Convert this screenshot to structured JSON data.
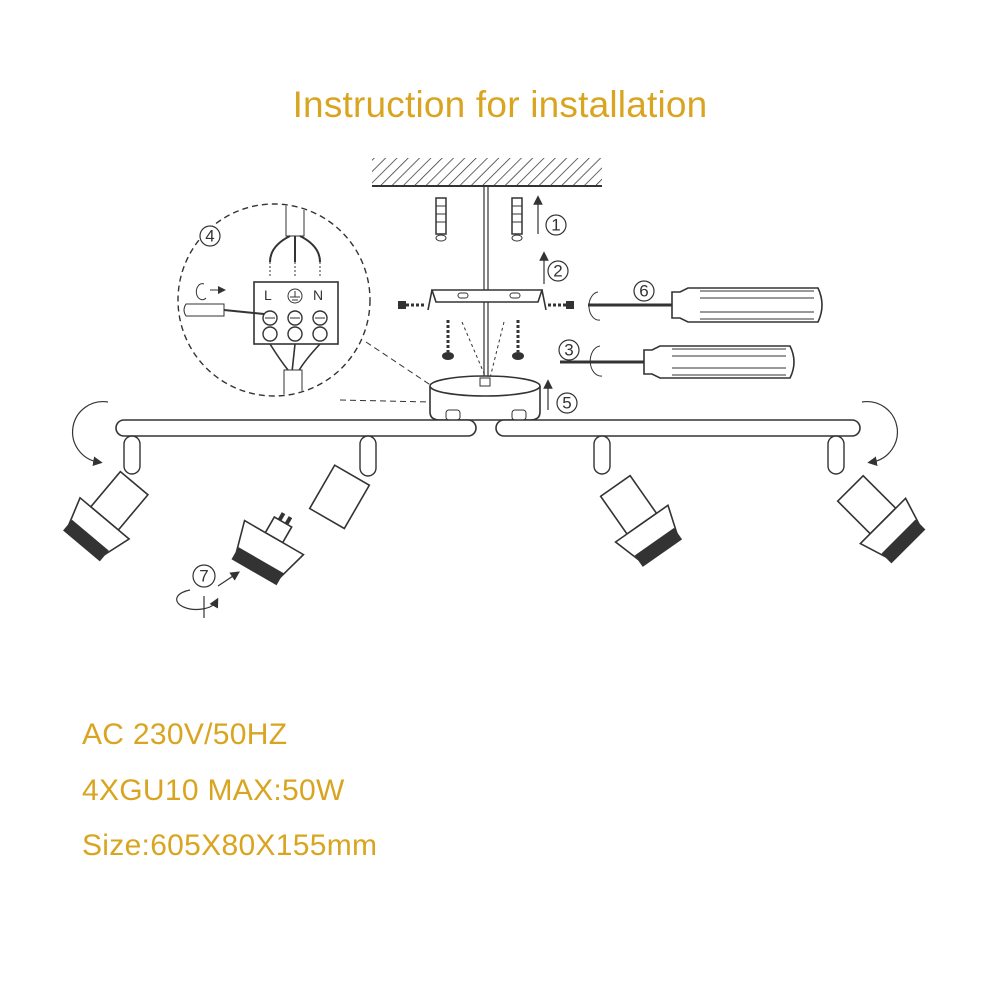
{
  "title": "Instruction for installation",
  "specs": {
    "voltage": "AC 230V/50HZ",
    "bulbs": "4XGU10 MAX:50W",
    "size": "Size:605X80X155mm"
  },
  "steps": [
    "1",
    "2",
    "3",
    "4",
    "5",
    "6",
    "7"
  ],
  "terminal_labels": {
    "live": "L",
    "neutral": "N"
  },
  "colors": {
    "text_accent": "#D9A520",
    "line": "#333333"
  }
}
